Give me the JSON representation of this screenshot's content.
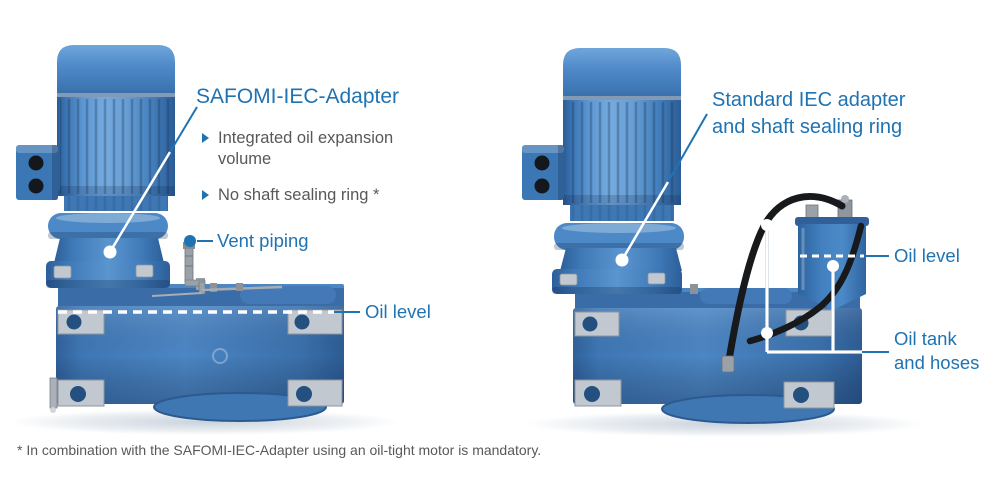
{
  "colors": {
    "label_blue": "#1f73b2",
    "body_text_gray": "#57585a",
    "machine_blue": "#4181c1",
    "background": "#ffffff"
  },
  "left_figure": {
    "name": "gear-unit-with-safomi-adapter",
    "heading": "SAFOMI-IEC-Adapter",
    "bullets": [
      {
        "label": "Integrated oil expansion volume"
      },
      {
        "label": "No shaft sealing ring *"
      }
    ],
    "vent_piping_label": "Vent piping",
    "oil_level_label": "Oil level"
  },
  "right_figure": {
    "name": "gear-unit-with-standard-iec-adapter",
    "heading_line1": "Standard IEC adapter",
    "heading_line2": "and shaft sealing ring",
    "oil_level_label": "Oil level",
    "oil_tank_label_line1": "Oil tank",
    "oil_tank_label_line2": "and hoses"
  },
  "footnote": "* In combination with the SAFOMI-IEC-Adapter using an oil-tight motor is mandatory."
}
